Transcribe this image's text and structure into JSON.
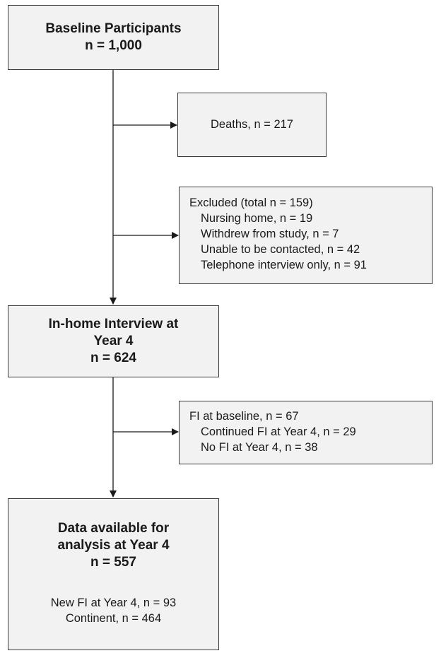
{
  "flow": {
    "baseline": {
      "title": "Baseline Participants",
      "n": "n = 1,000"
    },
    "deaths": {
      "text": "Deaths, n = 217"
    },
    "excluded": {
      "header": "Excluded (total n = 159)",
      "items": [
        "Nursing home, n = 19",
        "Withdrew from study, n = 7",
        "Unable to be contacted, n = 42",
        "Telephone interview only, n = 91"
      ]
    },
    "inhome": {
      "line1": "In-home Interview at",
      "line2": "Year 4",
      "n": "n = 624"
    },
    "fi_baseline": {
      "header": "FI at baseline, n = 67",
      "items": [
        "Continued FI at Year 4, n = 29",
        "No FI at Year 4, n = 38"
      ]
    },
    "analysis": {
      "line1": "Data available for",
      "line2": "analysis at Year 4",
      "n": "n = 557",
      "detail1": "New FI at Year 4, n = 93",
      "detail2": "Continent, n = 464"
    }
  }
}
